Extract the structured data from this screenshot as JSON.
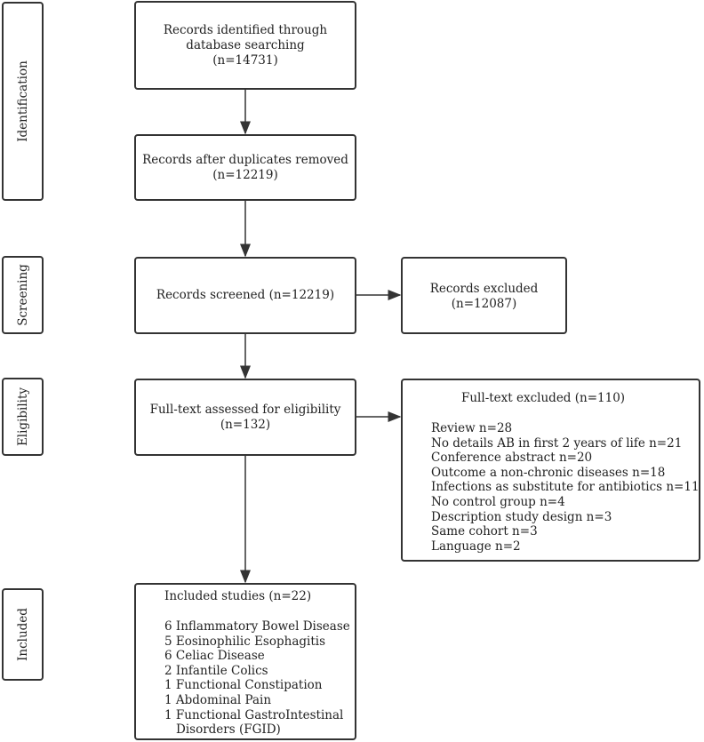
{
  "stages": {
    "identification": "Identification",
    "screening": "Screening",
    "eligibility": "Eligibility",
    "included": "Included"
  },
  "boxes": {
    "identified": [
      "Records identified through",
      "database searching",
      "(n=14731)"
    ],
    "duplicates_removed": [
      "Records after duplicates removed",
      "(n=12219)"
    ],
    "screened": [
      "Records screened (n=12219)"
    ],
    "excluded": [
      "Records excluded",
      "(n=12087)"
    ],
    "fulltext_assessed": [
      "Full-text assessed for eligibility",
      "(n=132)"
    ],
    "fulltext_excluded": {
      "title": "Full-text excluded (n=110)",
      "items": [
        "Review n=28",
        "No details AB in first 2 years of life n=21",
        "Conference abstract n=20",
        "Outcome a non-chronic diseases n=18",
        "Infections as substitute for antibiotics n=11",
        "No control group n=4",
        "Description study design n=3",
        "Same cohort n=3",
        "Language n=2"
      ]
    },
    "included": {
      "title": "Included studies (n=22)",
      "items": [
        "6 Inflammatory Bowel Disease",
        "5 Eosinophilic Esophagitis",
        "6 Celiac Disease",
        "2 Infantile Colics",
        "1 Functional Constipation",
        "1 Abdominal Pain",
        "1 Functional GastroIntestinal",
        "Disorders (FGID)"
      ]
    }
  }
}
